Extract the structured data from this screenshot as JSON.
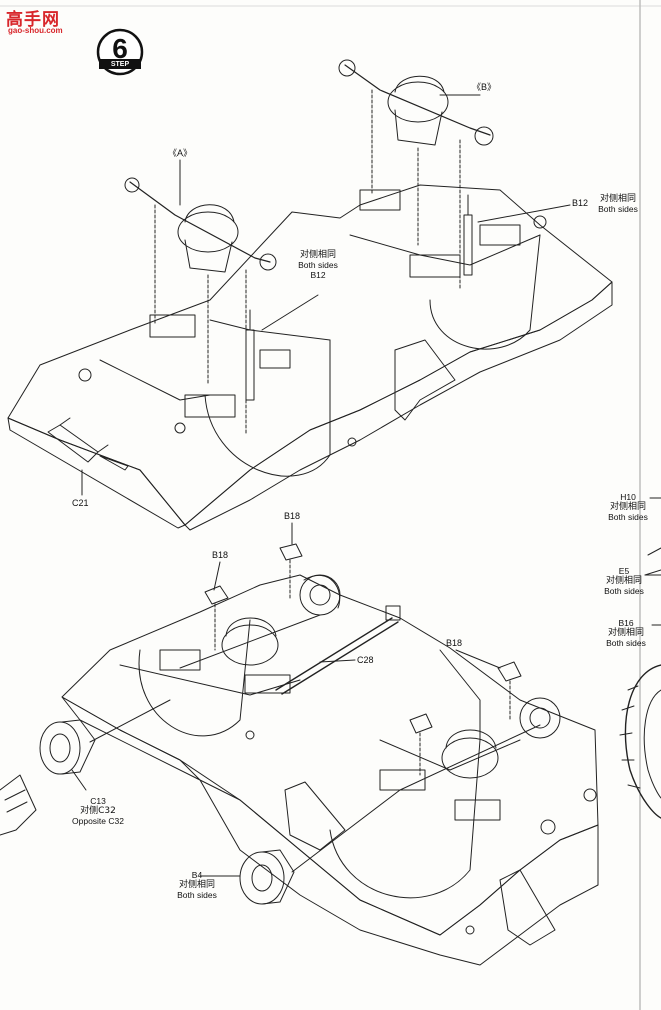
{
  "watermark": {
    "brand": "高手网",
    "site": "gao-shou.com"
  },
  "step": {
    "word": "STEP",
    "number": "6"
  },
  "callouts": {
    "a": "《A》",
    "b": "《B》",
    "b12_right": {
      "part": "B12",
      "cn": "对侧相同",
      "en": "Both sides"
    },
    "b12_mid": {
      "part": "B12",
      "cn": "对侧相同",
      "en": "Both sides"
    },
    "c21": "C21",
    "h10": {
      "part": "H10",
      "cn": "对侧相同",
      "en": "Both sides"
    },
    "e5": {
      "part": "E5",
      "cn": "对侧相同",
      "en": "Both sides"
    },
    "b16": {
      "part": "B16",
      "cn": "对侧相同",
      "en": "Both sides"
    },
    "b18_top": "B18",
    "b18_left": "B18",
    "b18_right": "B18",
    "c28": "C28",
    "c13": {
      "part": "C13",
      "cn": "对侧C32",
      "en": "Opposite C32"
    },
    "b4": {
      "part": "B4",
      "cn": "对侧相同",
      "en": "Both sides"
    }
  },
  "colors": {
    "ink": "#111111",
    "paper": "#fdfdfb",
    "watermark_red": "#d8262b"
  }
}
